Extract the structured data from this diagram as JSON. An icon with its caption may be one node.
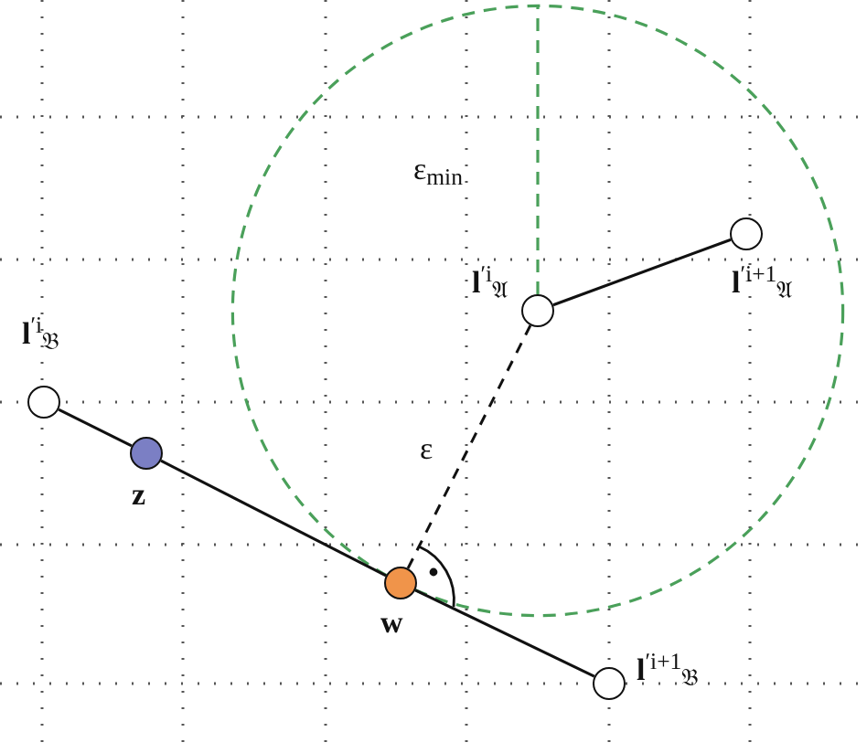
{
  "diagram": {
    "nodes": [
      {
        "text": [],
        "shape": "circle",
        "beside": [
          "**l**$^{′i}$$_{𝔄}$"
        ]
      },
      {
        "text": [],
        "shape": "circle",
        "beside": [
          "**l**$^{′i+1}$$_{𝔄}$"
        ]
      },
      {
        "text": [],
        "shape": "circle",
        "beside": [
          "**l**$^{′i}$$_{𝔅}$"
        ]
      },
      {
        "text": [],
        "shape": "circle",
        "beside": [
          "**z**"
        ]
      },
      {
        "text": [],
        "shape": "circle",
        "beside": [
          "**w**"
        ]
      },
      {
        "text": [],
        "shape": "circle",
        "beside": [
          "**l**$^{′i+1}$$_{𝔅}$"
        ]
      }
    ],
    "edges": [
      {
        "from": 0,
        "to": 1,
        "arrow": "none"
      },
      {
        "from": 2,
        "to": 3,
        "arrow": "none"
      },
      {
        "from": 3,
        "to": 4,
        "arrow": "none"
      },
      {
        "from": 4,
        "to": 5,
        "arrow": "none"
      },
      {
        "from": 4,
        "to": 0,
        "arrow": "none",
        "style": "dashed",
        "label": "ε"
      }
    ],
    "labels": [
      "ε$_{min}$"
    ]
  }
}
